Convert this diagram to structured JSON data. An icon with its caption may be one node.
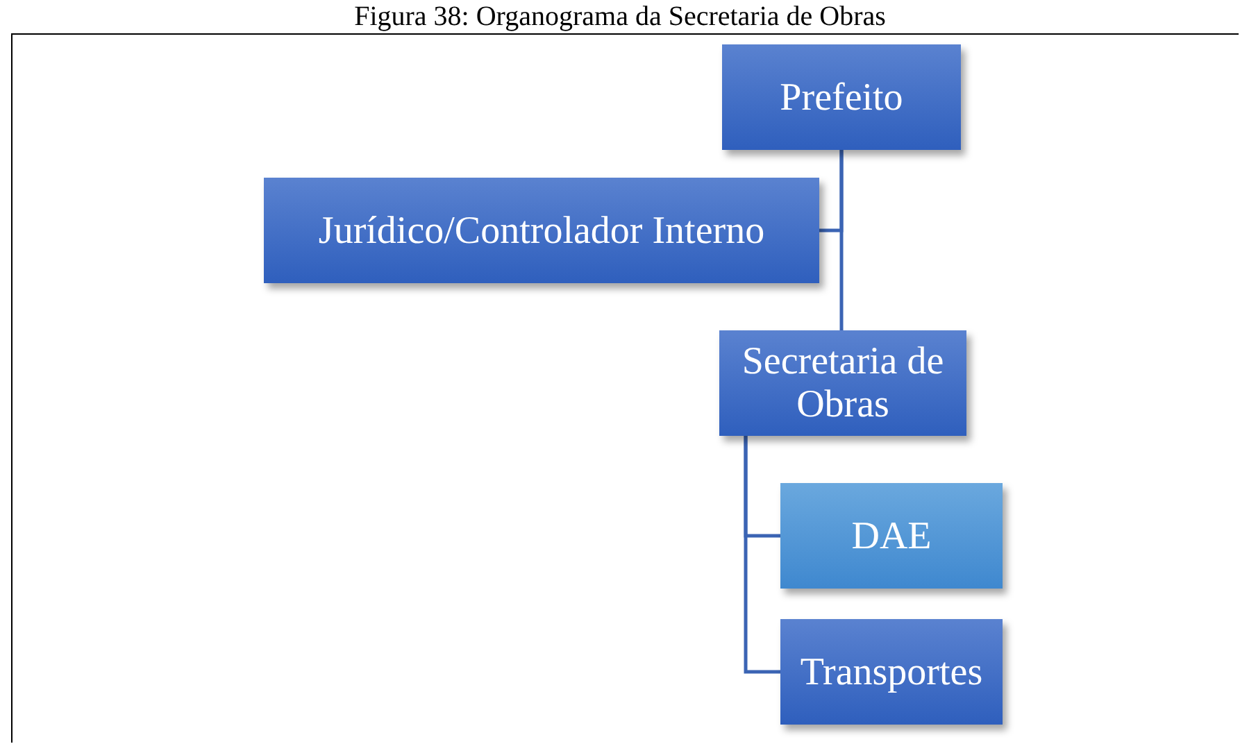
{
  "diagram": {
    "title": "Figura 38: Organograma da Secretaria de Obras",
    "nodes": [
      {
        "text": [
          "Prefeito"
        ]
      },
      {
        "text": [
          "Jurídico/Controlador Interno"
        ]
      },
      {
        "text": [
          "Secretaria de Obras"
        ]
      },
      {
        "text": [
          "DAE"
        ]
      },
      {
        "text": [
          "Transportes"
        ]
      }
    ],
    "edges": [
      {
        "from": 0,
        "to": 2,
        "arrow": "none"
      },
      {
        "from": 0,
        "to": 1,
        "arrow": "none"
      },
      {
        "from": 2,
        "to": 3,
        "arrow": "none"
      },
      {
        "from": 2,
        "to": 4,
        "arrow": "none"
      }
    ]
  }
}
